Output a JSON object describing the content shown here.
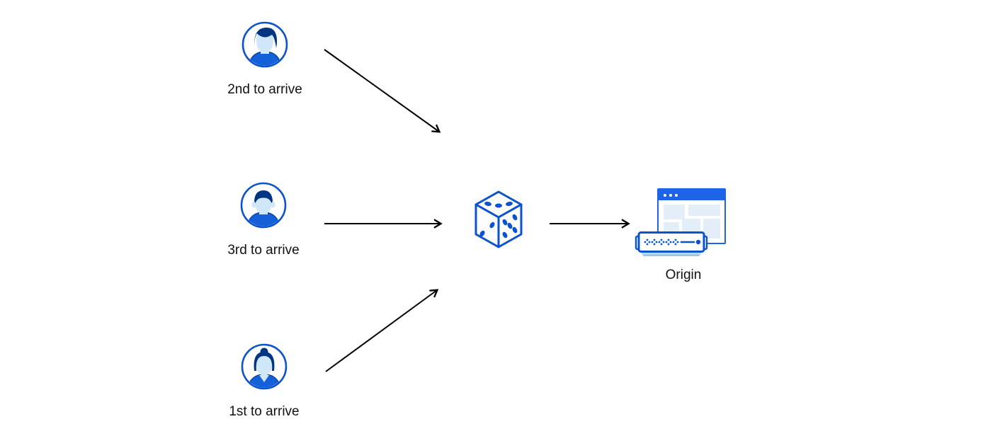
{
  "diagram": {
    "title": "random-steering-diagram",
    "clients": [
      {
        "label": "2nd to arrive",
        "avatar": "male-quiff-avatar"
      },
      {
        "label": "3rd to arrive",
        "avatar": "male-short-hair-avatar"
      },
      {
        "label": "1st to arrive",
        "avatar": "female-bun-avatar"
      }
    ],
    "selector": {
      "icon": "dice-icon"
    },
    "origin": {
      "label": "Origin",
      "icons": [
        "browser-window-icon",
        "server-icon"
      ]
    },
    "arrows": [
      {
        "from": "client-2nd-to-arrive",
        "to": "dice"
      },
      {
        "from": "client-3rd-to-arrive",
        "to": "dice"
      },
      {
        "from": "client-1st-to-arrive",
        "to": "dice"
      },
      {
        "from": "dice",
        "to": "origin"
      }
    ]
  },
  "colors": {
    "outline_blue": "#0a53cd",
    "bright_blue": "#1d64e6",
    "shirt_blue": "#1360d9",
    "navy_hair": "#003681",
    "skin_light_blue": "#cfe7f8",
    "pale_block_blue": "#e3eef8",
    "server_base_blue": "#bcd9f2",
    "arrow_black": "#000000",
    "text_black": "#111111"
  }
}
